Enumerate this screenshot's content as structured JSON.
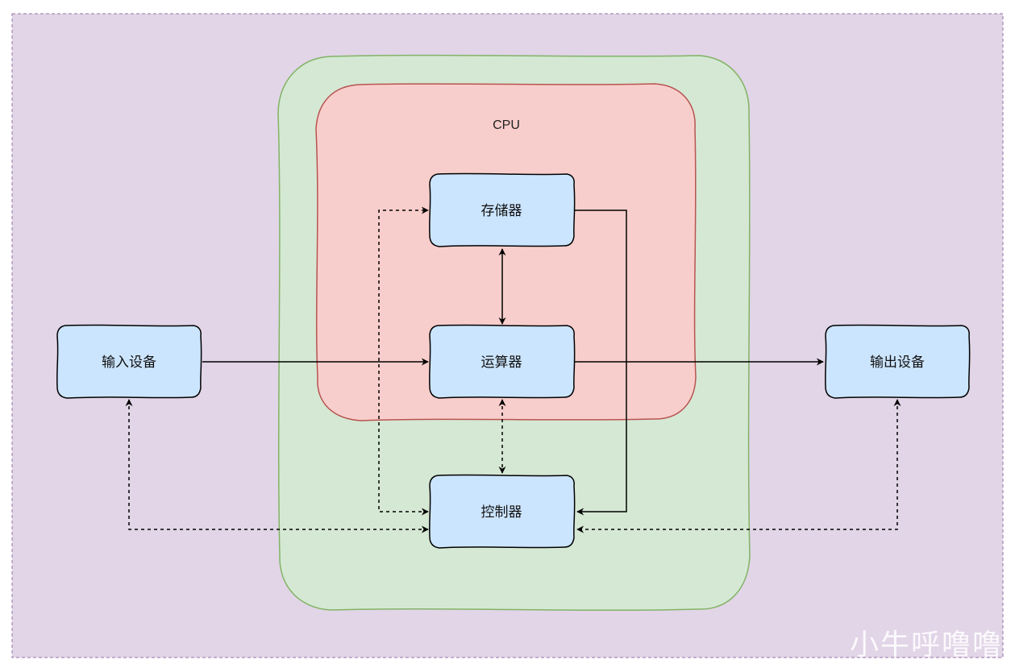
{
  "diagram": {
    "cpu_label": "CPU",
    "nodes": {
      "memory": "存储器",
      "alu": "运算器",
      "controller": "控制器",
      "input_device": "输入设备",
      "output_device": "输出设备"
    },
    "watermark": "小牛呼噜噜"
  },
  "colors": {
    "canvas": "#e1d5e7",
    "system_region": "#d5e8d4",
    "system_border": "#82b366",
    "cpu_region": "#f8cecc",
    "cpu_border": "#b85450",
    "node_fill": "#cce5ff",
    "node_border": "#000000"
  }
}
